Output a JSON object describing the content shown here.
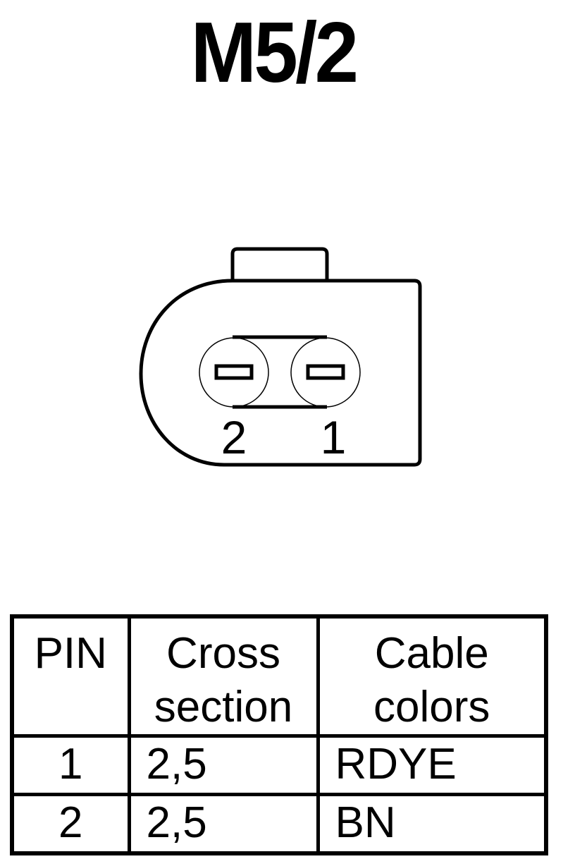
{
  "title": "M5/2",
  "connector": {
    "pins": [
      {
        "label": "2"
      },
      {
        "label": "1"
      }
    ]
  },
  "table": {
    "headers": [
      {
        "line1": "PIN",
        "line2": ""
      },
      {
        "line1": "Cross",
        "line2": "section"
      },
      {
        "line1": "Cable",
        "line2": "colors"
      }
    ],
    "rows": [
      {
        "pin": "1",
        "cross_section": "2,5",
        "color": "RDYE"
      },
      {
        "pin": "2",
        "cross_section": "2,5",
        "color": "BN"
      }
    ]
  }
}
